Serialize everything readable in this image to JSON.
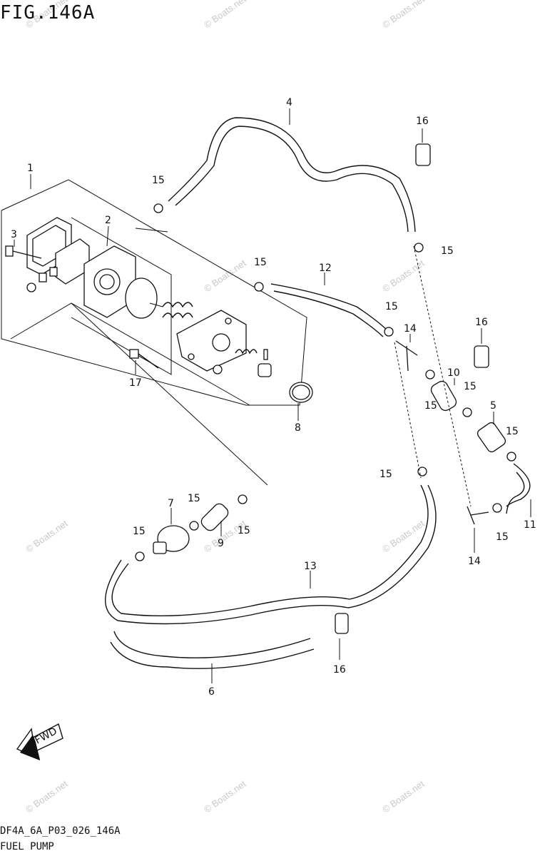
{
  "figure_title": "FIG.146A",
  "drawing_code": "DF4A_6A_P03_026_146A",
  "caption": "FUEL PUMP",
  "fwd_label": "FWD",
  "watermark": "© Boats.net",
  "callouts": {
    "c1": "1",
    "c2": "2",
    "c3": "3",
    "c4": "4",
    "c5": "5",
    "c6": "6",
    "c7": "7",
    "c8": "8",
    "c9": "9",
    "c10": "10",
    "c11": "11",
    "c12": "12",
    "c13": "13",
    "c14a": "14",
    "c14b": "14",
    "c15a": "15",
    "c15b": "15",
    "c15c": "15",
    "c15d": "15",
    "c15e": "15",
    "c15f": "15",
    "c15g": "15",
    "c15h": "15",
    "c15i": "15",
    "c15j": "15",
    "c15k": "15",
    "c15l": "15",
    "c16a": "16",
    "c16b": "16",
    "c16c": "16",
    "c17": "17"
  }
}
